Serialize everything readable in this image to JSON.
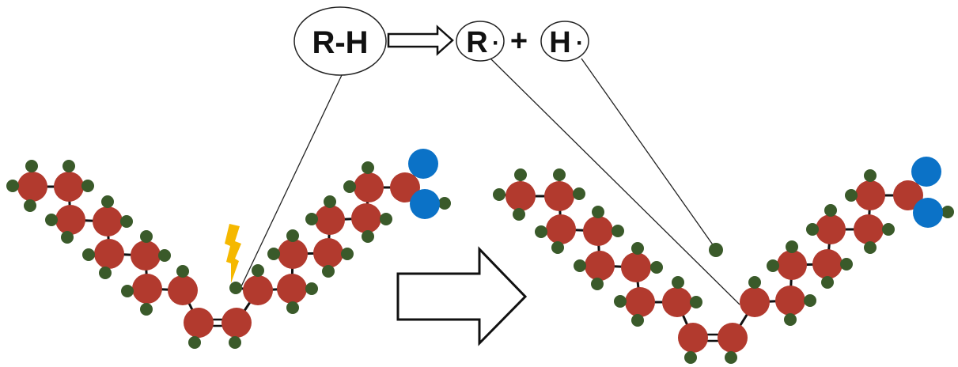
{
  "equation": {
    "reactant": "R-H",
    "product_radical": "R",
    "plus": "+",
    "product_hydrogen": "H",
    "radical_dot": "·"
  },
  "colors": {
    "carbon": "#b23a2e",
    "hydrogen": "#3a5a2a",
    "oxygen": "#0b72c7",
    "bond": "#111111",
    "spark": "#f5b800",
    "leader_line": "#222222",
    "arrow_stroke": "#111111"
  },
  "icons": {
    "spark": "lightning-bolt-icon",
    "reaction_arrow": "right-arrow-icon"
  }
}
